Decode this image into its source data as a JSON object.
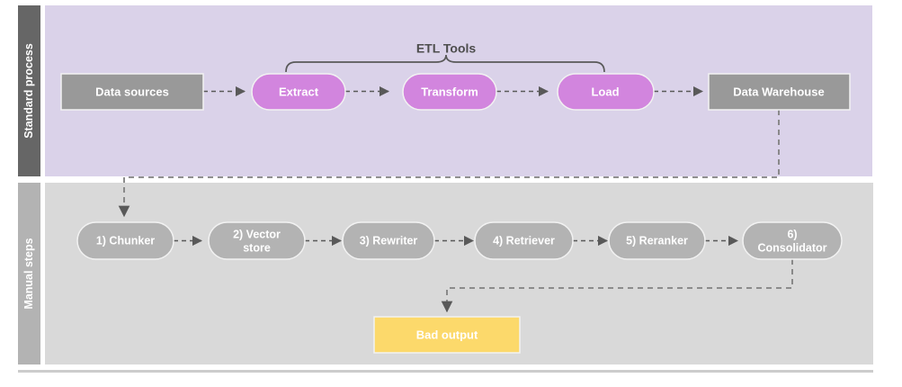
{
  "diagram": {
    "title_present": false,
    "bands": [
      {
        "id": "standard-process",
        "label": "Standard process",
        "header_color": "#666666",
        "body_color": "#dad2e9"
      },
      {
        "id": "manual-steps",
        "label": "Manual steps",
        "header_color": "#b3b3b3",
        "body_color": "#d9d9d9"
      }
    ],
    "bracket": {
      "label": "ETL Tools",
      "color": "#595959"
    },
    "standard_nodes": [
      {
        "id": "data-sources",
        "label": "Data sources",
        "shape": "rect",
        "fill": "#999999"
      },
      {
        "id": "extract",
        "label": "Extract",
        "shape": "pill",
        "fill": "#d285de"
      },
      {
        "id": "transform",
        "label": "Transform",
        "shape": "pill",
        "fill": "#d285de"
      },
      {
        "id": "load",
        "label": "Load",
        "shape": "pill",
        "fill": "#d285de"
      },
      {
        "id": "data-warehouse",
        "label": "Data Warehouse",
        "shape": "rect",
        "fill": "#999999"
      }
    ],
    "manual_nodes": [
      {
        "id": "chunker",
        "label": "1) Chunker",
        "lines": [
          "1) Chunker"
        ],
        "shape": "pill",
        "fill": "#b3b3b3"
      },
      {
        "id": "vector-store",
        "label": "2) Vector store",
        "lines": [
          "2) Vector",
          "store"
        ],
        "shape": "pill",
        "fill": "#b3b3b3"
      },
      {
        "id": "rewriter",
        "label": "3) Rewriter",
        "lines": [
          "3) Rewriter"
        ],
        "shape": "pill",
        "fill": "#b3b3b3"
      },
      {
        "id": "retriever",
        "label": "4) Retriever",
        "lines": [
          "4) Retriever"
        ],
        "shape": "pill",
        "fill": "#b3b3b3"
      },
      {
        "id": "reranker",
        "label": "5) Reranker",
        "lines": [
          "5) Reranker"
        ],
        "shape": "pill",
        "fill": "#b3b3b3"
      },
      {
        "id": "consolidator",
        "label": "6) Consolidator",
        "lines": [
          "6)",
          "Consolidator"
        ],
        "shape": "pill",
        "fill": "#b3b3b3"
      }
    ],
    "output_node": {
      "id": "bad-output",
      "label": "Bad output",
      "shape": "rect",
      "fill": "#fcd96b"
    },
    "connector_color": "#595959",
    "connector_style": "dashed"
  }
}
